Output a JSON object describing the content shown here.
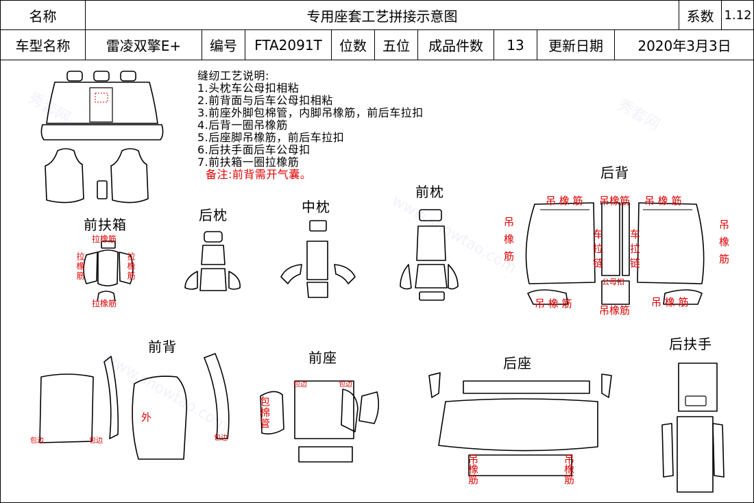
{
  "header": {
    "name_label": "名称",
    "title": "专用座套工艺拼接示意图",
    "coef_label": "系数",
    "coef_value": "1.12",
    "model_label": "车型名称",
    "model_value": "雷凌双擎E+",
    "code_label": "编号",
    "code_value": "FTA2091T",
    "seats_label": "位数",
    "seats_value": "五位",
    "pieces_label": "成品件数",
    "pieces_value": "13",
    "date_label": "更新日期",
    "date_value": "2020年3月3日"
  },
  "notes": {
    "title": "缝纫工艺说明:",
    "items": [
      "1.头枕车公母扣相粘",
      "2.前背面与后车公母扣相粘",
      "3.前座外脚包棉管，内脚吊橡筋，前后车拉扣",
      "4.后背一圈吊橡筋",
      "5.后座脚吊橡筋，前后车拉扣",
      "6.后扶手面后车公母扣",
      "7.前扶箱一圈拉橡筋"
    ],
    "remark": "备注:前背需开气囊。"
  },
  "sections": {
    "front_armbox": "前扶箱",
    "rear_headrest": "后枕",
    "mid_headrest": "中枕",
    "front_headrest": "前枕",
    "rear_back": "后背",
    "front_back": "前背",
    "front_seat": "前座",
    "rear_seat": "后座",
    "rear_armrest": "后扶手"
  },
  "annotations": {
    "pull_elastic": "拉橡筋",
    "hang_elastic": "吊橡筋",
    "hang_elastic_spaced": "吊 橡 筋",
    "hang_elastic_v": "吊橡筋",
    "car_zipper": "车拉链",
    "male_female_snap": "公母扣",
    "hem": "包边",
    "outer": "外",
    "cotton_pipe": "包棉管"
  },
  "watermark": {
    "text1": "秀套网",
    "text2": "www.showtao.com"
  },
  "colors": {
    "annotation": "#e00000",
    "line": "#000000"
  }
}
